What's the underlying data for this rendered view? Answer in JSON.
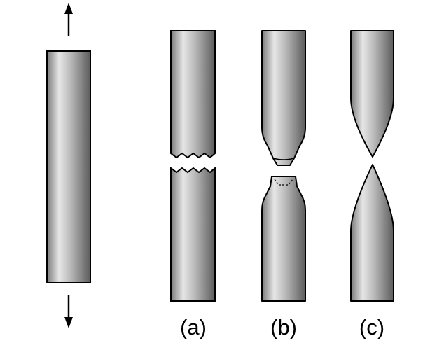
{
  "figure": {
    "labels": {
      "a": "(a)",
      "b": "(b)",
      "c": "(c)"
    }
  },
  "colors": {
    "stroke": "#000000",
    "metal_edge": "#6f6f6f",
    "metal_highlight": "#e6e6e6",
    "metal_mid": "#b8b8b8",
    "metal_shadow": "#5c5c5c",
    "background": "#ffffff"
  },
  "icons": {
    "arrow_up": "arrow-up-icon",
    "arrow_down": "arrow-down-icon"
  }
}
